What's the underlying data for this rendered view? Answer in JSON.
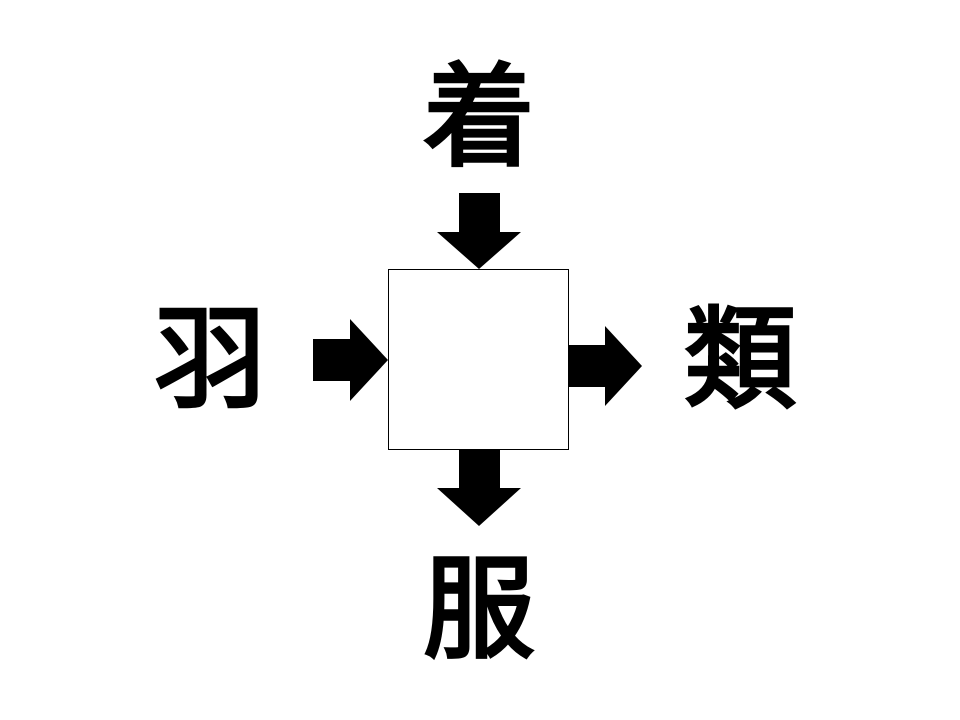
{
  "puzzle": {
    "top_char": "着",
    "left_char": "羽",
    "right_char": "類",
    "bottom_char": "服",
    "answer_char": ""
  },
  "colors": {
    "ink": "#000000",
    "background": "#ffffff"
  }
}
